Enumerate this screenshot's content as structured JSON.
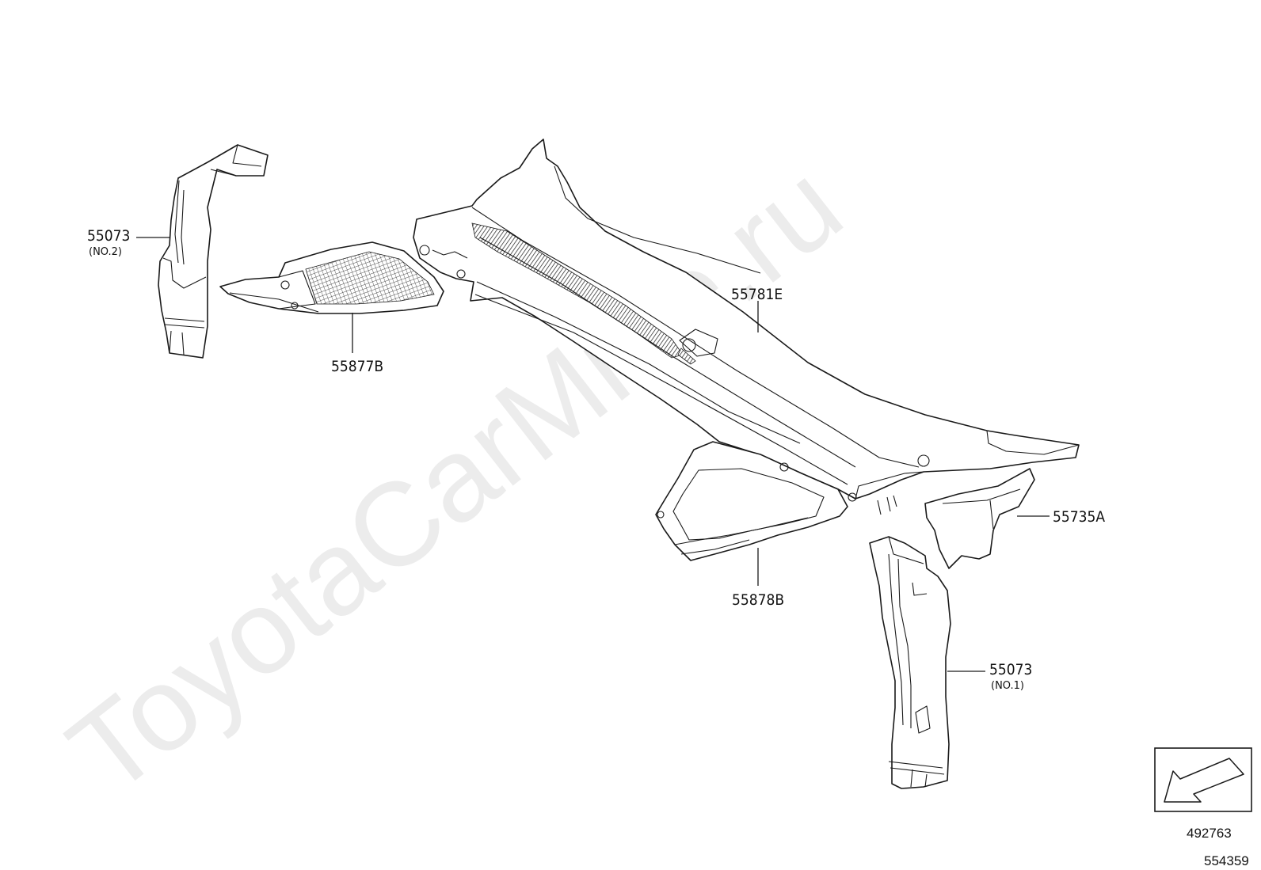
{
  "watermark": "ToyotaCarMine.ru",
  "callouts": [
    {
      "id": "part-55073-no2",
      "number": "55073",
      "note": "(NO.2)"
    },
    {
      "id": "part-55877b",
      "number": "55877B",
      "note": ""
    },
    {
      "id": "part-55781e",
      "number": "55781E",
      "note": ""
    },
    {
      "id": "part-55735a",
      "number": "55735A",
      "note": ""
    },
    {
      "id": "part-55878b",
      "number": "55878B",
      "note": ""
    },
    {
      "id": "part-55073-no1",
      "number": "55073",
      "note": "(NO.1)"
    }
  ],
  "direction_icon": "front-direction-arrow-icon",
  "reference_codes": [
    "492763",
    "554359"
  ],
  "colors": {
    "ink": "#1a1a1a",
    "background": "#ffffff"
  }
}
